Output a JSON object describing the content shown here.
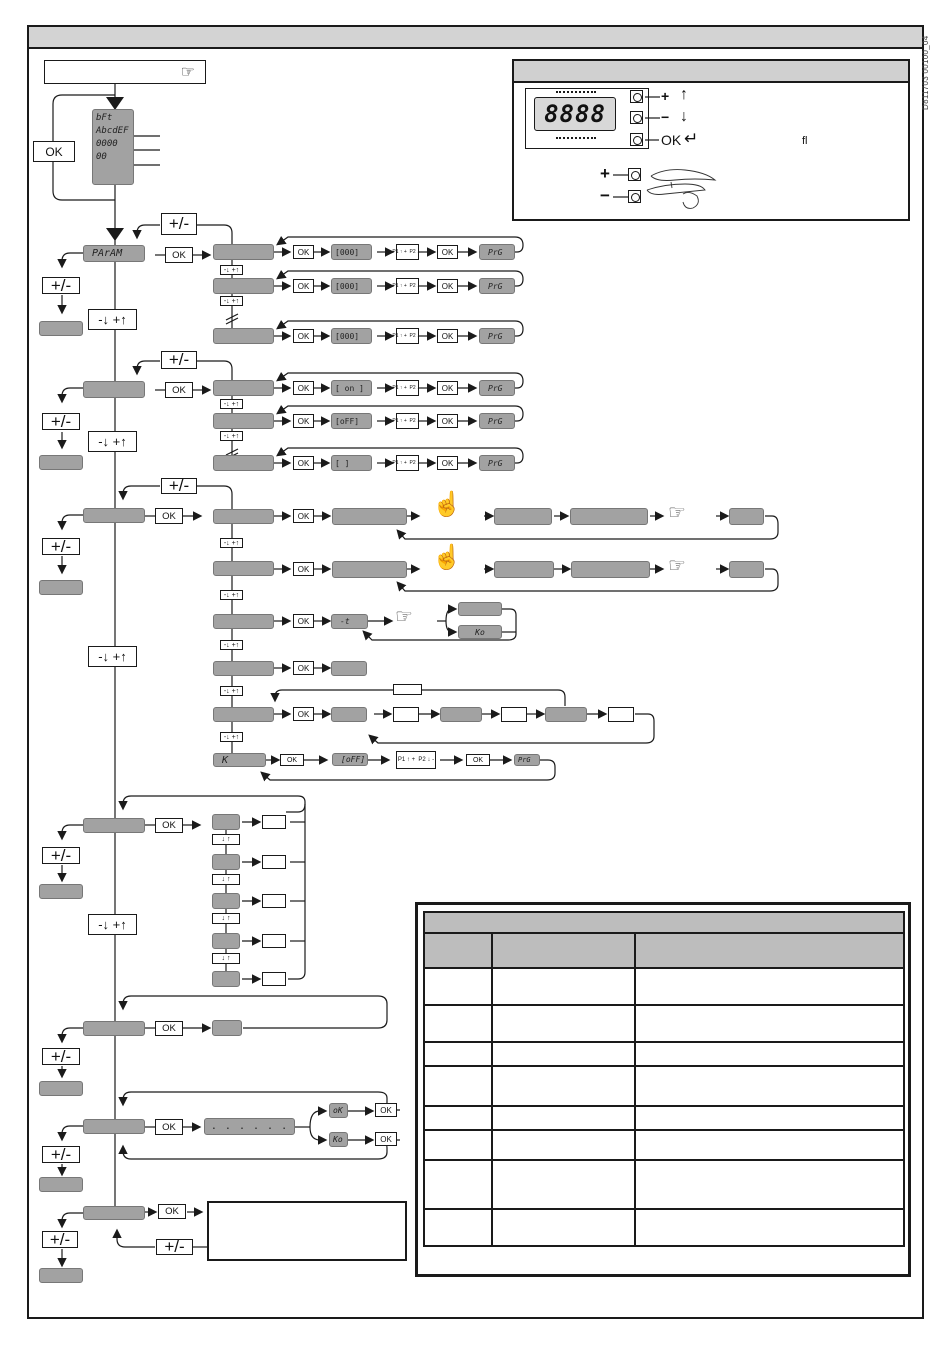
{
  "document": {
    "title": "",
    "doc_id": "D811703 00100_04"
  },
  "start": {
    "label": "",
    "icon": "hand-pressing-button-icon"
  },
  "boot_display": {
    "lines": [
      "bFt",
      "AbcdEF",
      "0000",
      "00"
    ],
    "ok_label": "OK"
  },
  "keypad_panel": {
    "title": "",
    "display_digits": "8888",
    "buttons": [
      {
        "sign": "+",
        "arrow": "↑"
      },
      {
        "sign": "−",
        "arrow": "↓"
      },
      {
        "sign": "OK",
        "arrow": "↵"
      }
    ],
    "note": "fl",
    "combo_buttons": [
      "+",
      "−"
    ]
  },
  "labels": {
    "plus_minus": "+/-",
    "ok": "OK",
    "nav": "-↓ +↑",
    "nav_small": "-↓ +↑",
    "nav_plain": "↓ ↑",
    "prg": "PrG",
    "p1p2": "P1 ↑ +  P2 ↓ -",
    "dots": ". . .    . . ."
  },
  "menus": [
    {
      "name": "PArAM",
      "items": [
        {
          "value": "[000]"
        },
        {
          "value": "[000]"
        },
        {
          "value": "[000]"
        }
      ]
    },
    {
      "name": "",
      "items": [
        {
          "value": "[ on ]"
        },
        {
          "value": "[oFF]"
        },
        {
          "value": "[    ]"
        }
      ]
    },
    {
      "name": "",
      "items": [
        {
          "type": "learn-remote"
        },
        {
          "type": "learn-remote"
        },
        {
          "type": "test-remote",
          "value": "-t",
          "results": [
            "",
            "Ko"
          ]
        },
        {
          "type": "simple"
        },
        {
          "type": "cycle"
        },
        {
          "type": "key",
          "label": "K",
          "value": "[oFF]"
        }
      ]
    },
    {
      "name": "",
      "items": 5
    },
    {
      "name": ""
    },
    {
      "name": "",
      "results": [
        "oK",
        "Ko"
      ]
    },
    {
      "name": ""
    }
  ],
  "table": {
    "title": "",
    "headers": [
      "",
      "",
      ""
    ],
    "rows": [
      [
        "",
        "",
        ""
      ],
      [
        "",
        "",
        ""
      ],
      [
        "",
        "",
        ""
      ],
      [
        "",
        "",
        ""
      ],
      [
        "",
        "",
        ""
      ],
      [
        "",
        "",
        ""
      ],
      [
        "",
        "",
        ""
      ],
      [
        "",
        "",
        ""
      ]
    ]
  }
}
